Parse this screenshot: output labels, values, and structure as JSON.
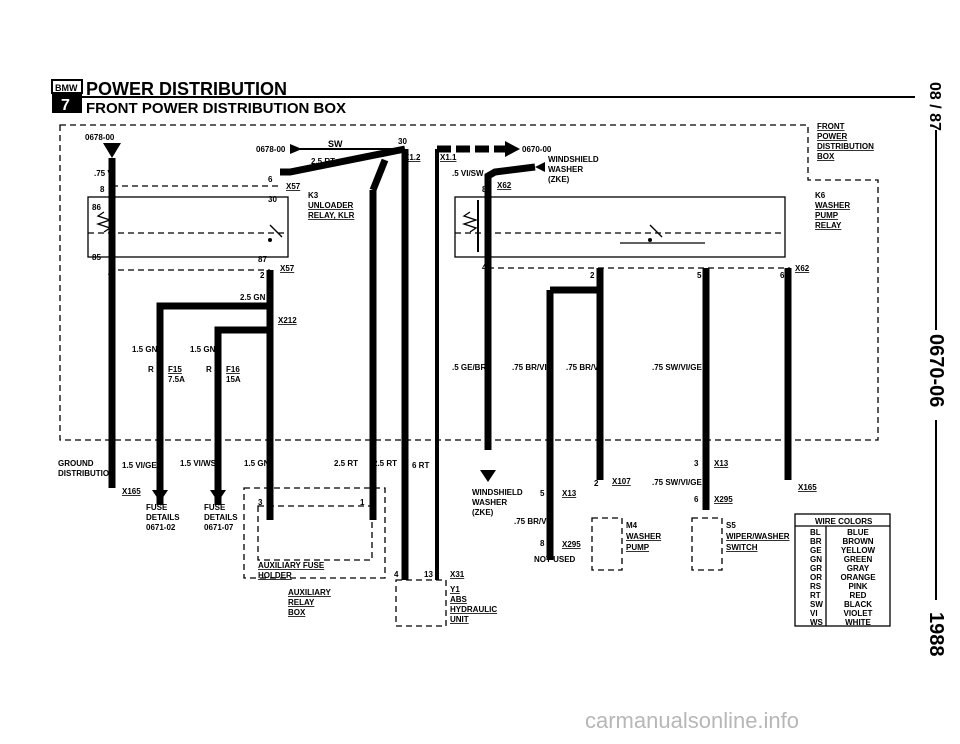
{
  "header": {
    "logo_top": "BMW",
    "logo_bottom": "7",
    "title": "POWER DISTRIBUTION",
    "subtitle": "FRONT POWER DISTRIBUTION BOX"
  },
  "side": {
    "model_year_code": "08 / 87",
    "doc_number": "0670-06",
    "year": "1988"
  },
  "watermark": "carmanualsonline.info",
  "labels": {
    "left_ref": "0678-00",
    "left_wire": ".75 VI",
    "sw": "SW",
    "pin30": "30",
    "ref_0678": "0678-00",
    "wire_25rt_a": "2.5 RT",
    "x12": "X1.2",
    "x11": "X1.1",
    "ref_0670": "0670-00",
    "ws_line1": "WINDSHIELD",
    "ws_line2": "WASHER",
    "ws_line3": "(ZKE)",
    "wire_5visw": ".5 VI/SW",
    "x62a": "X62",
    "x57a": "X57",
    "k3": "K3",
    "k3_l1": "UNLOADER",
    "k3_l2": "RELAY, KLR",
    "k6": "K6",
    "k6_l1": "WASHER",
    "k6_l2": "PUMP",
    "k6_l3": "RELAY",
    "front_l1": "FRONT",
    "front_l2": "POWER",
    "front_l3": "DISTRIBUTION",
    "front_l4": "BOX",
    "p86": "86",
    "p85": "85",
    "p87": "87",
    "p30": "30",
    "p6": "6",
    "p8": "8",
    "p4": "4",
    "p2": "2",
    "p4b": "4",
    "p2b": "2",
    "p5": "5",
    "p6b": "6",
    "p8b": "8",
    "x57b": "X57",
    "x62b": "X62",
    "wire_25gn": "2.5 GN",
    "x212": "X212",
    "wire_15gn_a": "1.5 GN",
    "wire_15gn_b": "1.5 GN",
    "f15_r": "R",
    "f15": "F15",
    "f15_a": "7.5A",
    "f16_r": "R",
    "f16": "F16",
    "f16_a": "15A",
    "wire_5gebr": ".5 GE/BR",
    "wire_75brvi_a": ".75 BR/VI",
    "wire_75brvi_b": ".75 BR/VI",
    "wire_75swvige_a": ".75 SW/VI/GE",
    "ground_l1": "GROUND",
    "ground_l2": "DISTRIBUTION",
    "wire_15vige": "1.5 VI/GE",
    "wire_15viws": "1.5 VI/WS",
    "wire_15gn_c": "1.5 GN",
    "wire_25rt_b": "2.5 RT",
    "wire_25rt_c": "2.5 RT",
    "wire_6rt": "6 RT",
    "x165a": "X165",
    "x165b": "X165",
    "fuse_a1": "FUSE",
    "fuse_a2": "DETAILS",
    "fuse_a3": "0671-02",
    "fuse_b1": "FUSE",
    "fuse_b2": "DETAILS",
    "fuse_b3": "0671-07",
    "aux_fuse_l1": "AUXILIARY FUSE",
    "aux_fuse_l2": "HOLDER",
    "aux_relay_l1": "AUXILIARY",
    "aux_relay_l2": "RELAY",
    "aux_relay_l3": "BOX",
    "pin3": "3",
    "pin1": "1",
    "pin4": "4",
    "pin13": "13",
    "x31": "X31",
    "y1": "Y1",
    "abs_l1": "ABS",
    "abs_l2": "HYDRAULIC",
    "abs_l3": "UNIT",
    "wsz_l1": "WINDSHIELD",
    "wsz_l2": "WASHER",
    "wsz_l3": "(ZKE)",
    "pin5": "5",
    "x13a": "X13",
    "pin2b": "2",
    "x107": "X107",
    "wire_75brvi_c": ".75 BR/VI",
    "m4": "M4",
    "m4_l1": "WASHER",
    "m4_l2": "PUMP",
    "pin8c": "8",
    "x295a": "X295",
    "not_used": "NOT USED",
    "pin3b": "3",
    "x13b": "X13",
    "wire_75swvige_b": ".75 SW/VI/GE",
    "pin6c": "6",
    "x295b": "X295",
    "s5": "S5",
    "s5_l1": "WIPER/WASHER",
    "s5_l2": "SWITCH"
  },
  "wire_colors": {
    "title": "WIRE COLORS",
    "rows": [
      {
        "code": "BL",
        "name": "BLUE"
      },
      {
        "code": "BR",
        "name": "BROWN"
      },
      {
        "code": "GE",
        "name": "YELLOW"
      },
      {
        "code": "GN",
        "name": "GREEN"
      },
      {
        "code": "GR",
        "name": "GRAY"
      },
      {
        "code": "OR",
        "name": "ORANGE"
      },
      {
        "code": "RS",
        "name": "PINK"
      },
      {
        "code": "RT",
        "name": "RED"
      },
      {
        "code": "SW",
        "name": "BLACK"
      },
      {
        "code": "VI",
        "name": "VIOLET"
      },
      {
        "code": "WS",
        "name": "WHITE"
      }
    ]
  },
  "colors": {
    "ink": "#000000",
    "paper": "#ffffff",
    "watermark": "#b7b7b7"
  }
}
